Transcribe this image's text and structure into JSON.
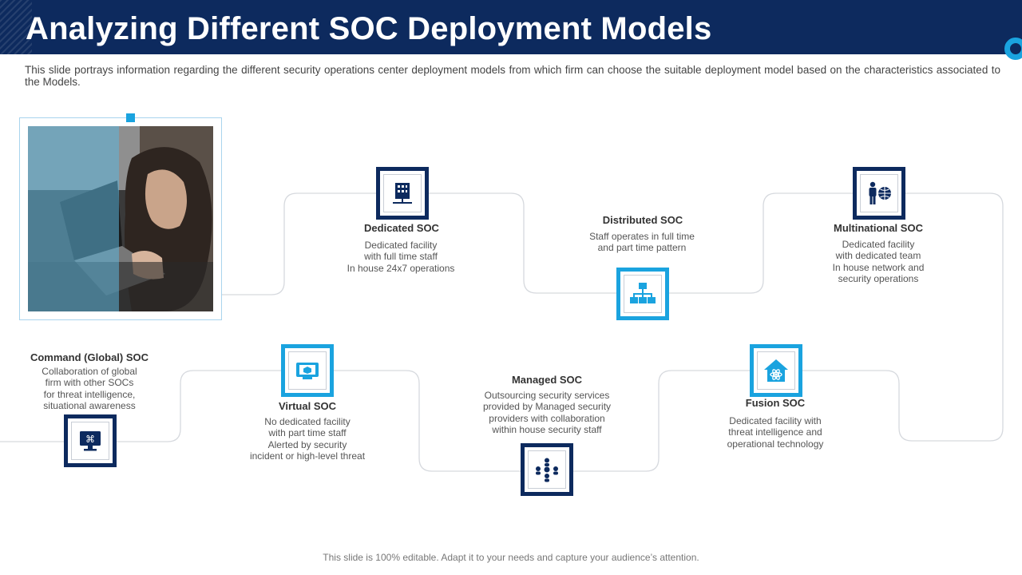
{
  "header": {
    "title": "Analyzing Different SOC Deployment Models",
    "subtitle": "This slide portrays information regarding the different security operations center deployment models from which firm can choose the suitable deployment model based on the characteristics associated to the Models."
  },
  "colors": {
    "navy": "#0d2a5e",
    "accent": "#1aa3df"
  },
  "models": [
    {
      "label": "Command (Global) SOC",
      "desc": [
        "Collaboration of global",
        "firm with other SOCs",
        "for threat intelligence,",
        "situational awareness"
      ],
      "icon": "computer-command-icon"
    },
    {
      "label": "Virtual SOC",
      "desc": [
        "No dedicated facility",
        "with part time staff",
        "Alerted by security",
        "incident or high-level threat"
      ],
      "icon": "virtual-screen-icon"
    },
    {
      "label": "Dedicated SOC",
      "desc": [
        "Dedicated facility",
        "with full time staff",
        "In house 24x7 operations"
      ],
      "icon": "server-network-icon"
    },
    {
      "label": "Managed SOC",
      "desc": [
        "Outsourcing security services",
        "provided by Managed security",
        "providers with collaboration",
        "within house security staff"
      ],
      "icon": "people-network-icon"
    },
    {
      "label": "Distributed  SOC",
      "desc": [
        "Staff operates in full time",
        "and part time pattern"
      ],
      "icon": "distributed-network-icon"
    },
    {
      "label": "Fusion  SOC",
      "desc": [
        "Dedicated facility with",
        "threat intelligence and",
        "operational technology"
      ],
      "icon": "home-atom-icon"
    },
    {
      "label": "Multinational SOC",
      "desc": [
        "Dedicated facility",
        "with dedicated team",
        "In house network and",
        "security operations"
      ],
      "icon": "person-globe-icon"
    }
  ],
  "footer": "This slide is 100% editable. Adapt it to your needs and capture your audience’s attention."
}
